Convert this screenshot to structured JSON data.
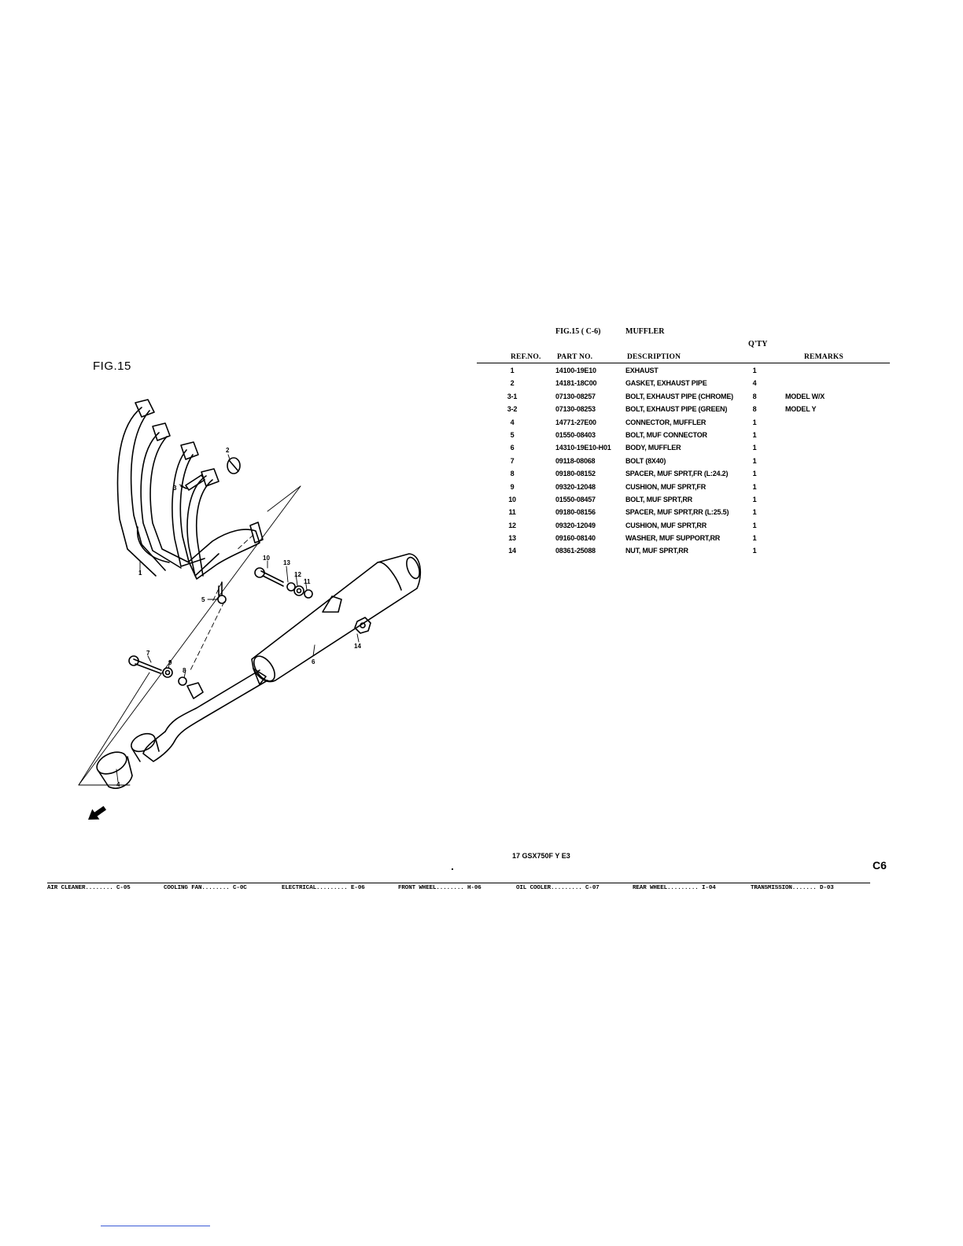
{
  "figure_label": "FIG.15",
  "table": {
    "fig_ref": "FIG.15 ( C-6)",
    "fig_name": "MUFFLER",
    "qty_header": "Q'TY",
    "headers": {
      "ref_no": "REF.NO.",
      "part_no": "PART NO.",
      "description": "DESCRIPTION",
      "remarks": "REMARKS"
    },
    "rows": [
      {
        "ref": "1",
        "part": "14100-19E10",
        "desc": "EXHAUST",
        "qty": "1",
        "remarks": ""
      },
      {
        "ref": "2",
        "part": "14181-18C00",
        "desc": "GASKET, EXHAUST PIPE",
        "qty": "4",
        "remarks": ""
      },
      {
        "ref": "3-1",
        "part": "07130-08257",
        "desc": "BOLT, EXHAUST PIPE (CHROME)",
        "qty": "8",
        "remarks": "MODEL W/X"
      },
      {
        "ref": "3-2",
        "part": "07130-08253",
        "desc": "BOLT, EXHAUST PIPE (GREEN)",
        "qty": "8",
        "remarks": "MODEL Y"
      },
      {
        "ref": "4",
        "part": "14771-27E00",
        "desc": "CONNECTOR, MUFFLER",
        "qty": "1",
        "remarks": ""
      },
      {
        "ref": "5",
        "part": "01550-08403",
        "desc": "BOLT, MUF CONNECTOR",
        "qty": "1",
        "remarks": ""
      },
      {
        "ref": "6",
        "part": "14310-19E10-H01",
        "desc": "BODY, MUFFLER",
        "qty": "1",
        "remarks": ""
      },
      {
        "ref": "7",
        "part": "09118-08068",
        "desc": "BOLT (8X40)",
        "qty": "1",
        "remarks": ""
      },
      {
        "ref": "8",
        "part": "09180-08152",
        "desc": "SPACER, MUF SPRT,FR (L:24.2)",
        "qty": "1",
        "remarks": ""
      },
      {
        "ref": "9",
        "part": "09320-12048",
        "desc": "CUSHION, MUF SPRT,FR",
        "qty": "1",
        "remarks": ""
      },
      {
        "ref": "10",
        "part": "01550-08457",
        "desc": "BOLT, MUF SPRT,RR",
        "qty": "1",
        "remarks": ""
      },
      {
        "ref": "11",
        "part": "09180-08156",
        "desc": "SPACER, MUF SPRT,RR (L:25.5)",
        "qty": "1",
        "remarks": ""
      },
      {
        "ref": "12",
        "part": "09320-12049",
        "desc": "CUSHION, MUF SPRT,RR",
        "qty": "1",
        "remarks": ""
      },
      {
        "ref": "13",
        "part": "09160-08140",
        "desc": "WASHER, MUF SUPPORT,RR",
        "qty": "1",
        "remarks": ""
      },
      {
        "ref": "14",
        "part": "08361-25088",
        "desc": "NUT, MUF SPRT,RR",
        "qty": "1",
        "remarks": ""
      }
    ]
  },
  "diagram_callouts": [
    "1",
    "2",
    "3",
    "4",
    "5",
    "6",
    "7",
    "8",
    "9",
    "10",
    "11",
    "12",
    "13",
    "14"
  ],
  "model_code": "17 GSX750F Y E3",
  "page_code": "C6",
  "footer_index": [
    "AIR CLEANER........ C-05",
    "COOLING FAN........ C-0C",
    "ELECTRICAL......... E-06",
    "FRONT WHEEL........ H-06",
    "OIL COOLER......... C-07",
    "REAR WHEEL......... I-04",
    "TRANSMISSION....... D-03"
  ]
}
